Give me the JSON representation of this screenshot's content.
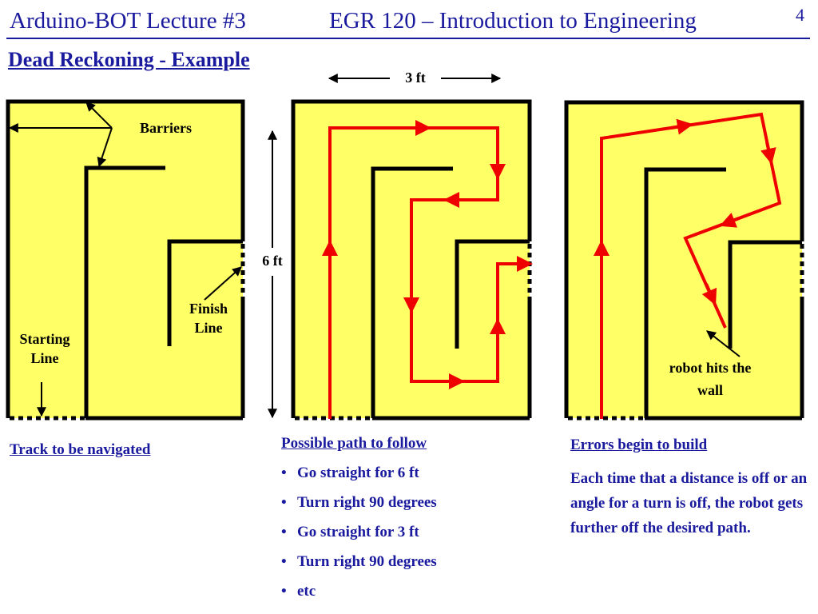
{
  "header": {
    "title": "Arduino-BOT Lecture #3",
    "course": "EGR 120 – Introduction to Engineering",
    "page_number": "4"
  },
  "slide": {
    "title": "Dead Reckoning - Example"
  },
  "figure": {
    "width_label": "3 ft",
    "height_label": "6 ft",
    "barriers_label": "Barriers",
    "finish_label_line1": "Finish",
    "finish_label_line2": "Line",
    "start_label_line1": "Starting",
    "start_label_line2": "Line",
    "wall_hit_label_line1": "robot hits the",
    "wall_hit_label_line2": "wall",
    "track_fill": "#ffff66",
    "path_color": "#ee0000"
  },
  "captions": {
    "track": "Track to be navigated",
    "path": "Possible path to follow",
    "errors": "Errors begin to build"
  },
  "path_steps": [
    "Go straight for 6 ft",
    "Turn right 90 degrees",
    "Go straight for 3 ft",
    "Turn right 90 degrees",
    "etc"
  ],
  "errors_text": "Each time that a distance is off or an angle for a turn is off, the robot gets further off the desired path."
}
